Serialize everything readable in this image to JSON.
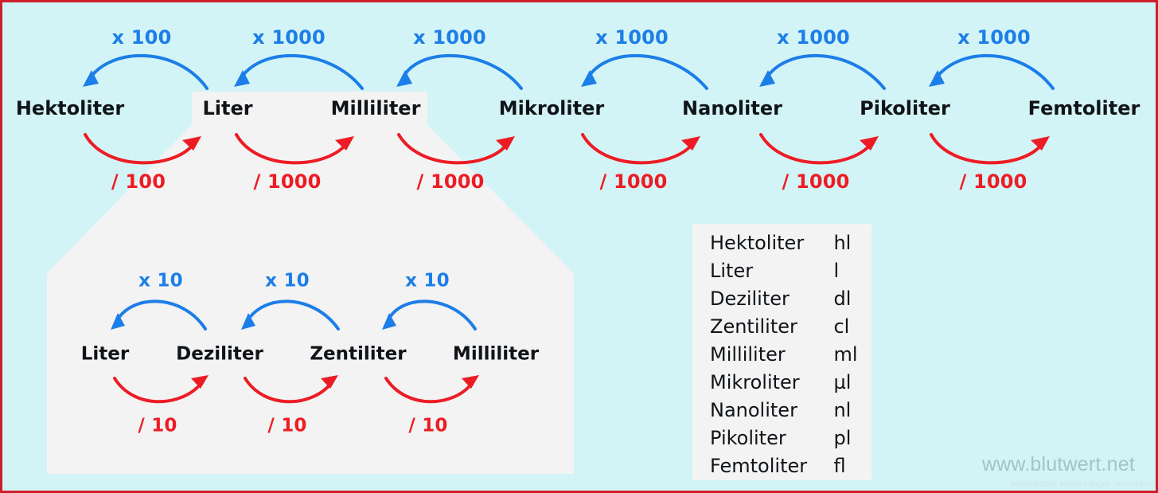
{
  "main_units": [
    "Hektoliter",
    "Liter",
    "Milliliter",
    "Mikroliter",
    "Nanoliter",
    "Pikoliter",
    "Femtoliter"
  ],
  "main_up_factors": [
    "x 100",
    "x 1000",
    "x 1000",
    "x 1000",
    "x 1000",
    "x 1000"
  ],
  "main_down_factors": [
    "/ 100",
    "/ 1000",
    "/ 1000",
    "/ 1000",
    "/ 1000",
    "/ 1000"
  ],
  "zoom_units": [
    "Liter",
    "Deziliter",
    "Zentiliter",
    "Milliliter"
  ],
  "zoom_up_factors": [
    "x 10",
    "x 10",
    "x 10"
  ],
  "zoom_down_factors": [
    "/ 10",
    "/ 10",
    "/ 10"
  ],
  "abbreviations": [
    {
      "name": "Hektoliter",
      "abbr": "hl"
    },
    {
      "name": "Liter",
      "abbr": "l"
    },
    {
      "name": "Deziliter",
      "abbr": "dl"
    },
    {
      "name": "Zentiliter",
      "abbr": "cl"
    },
    {
      "name": "Milliliter",
      "abbr": "ml"
    },
    {
      "name": "Mikroliter",
      "abbr": "µl"
    },
    {
      "name": "Nanoliter",
      "abbr": "nl"
    },
    {
      "name": "Pikoliter",
      "abbr": "pl"
    },
    {
      "name": "Femtoliter",
      "abbr": "fl"
    }
  ],
  "watermark": "www.blutwert.net",
  "subtitle": "Arbeitsblätter Mathe Längen Umrechnen",
  "colors": {
    "background": "#d3f4f6",
    "border": "#cf1f2a",
    "multiply_arrow": "#1c7ee8",
    "divide_arrow": "#ed1c24",
    "zoom_panel": "#f3f3f3",
    "watermark": "#9bbfc6"
  }
}
